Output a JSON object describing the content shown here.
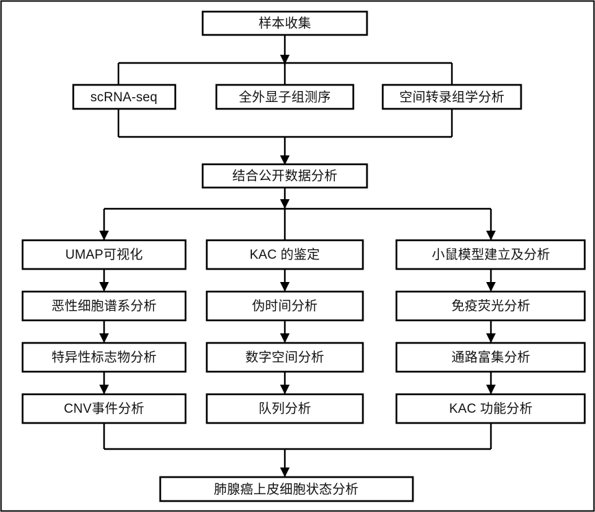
{
  "diagram": {
    "title_text": "样本收集",
    "type": "flowchart",
    "orientation": "top-down",
    "border_color": "#000000",
    "box_fill": "#ffffff",
    "line_color": "#000000",
    "nodes": {
      "sample_collection": "样本收集",
      "scrna_seq": "scRNA-seq",
      "wes": "全外显子组测序",
      "spatial_transcriptomics": "空间转录组学分析",
      "public_data": "结合公开数据分析",
      "umap": "UMAP可视化",
      "kac_identification": "KAC 的鉴定",
      "mouse_model": "小鼠模型建立及分析",
      "malignant_lineage": "恶性细胞谱系分析",
      "pseudotime": "伪时间分析",
      "immunofluorescence": "免疫荧光分析",
      "specific_marker": "特异性标志物分析",
      "digital_spatial": "数字空间分析",
      "pathway_enrichment": "通路富集分析",
      "cnv_event": "CNV事件分析",
      "cohort": "队列分析",
      "kac_function": "KAC 功能分析",
      "final_outcome": "肺腺癌上皮细胞状态分析"
    },
    "columns": {
      "left_header": "UMAP可视化",
      "middle_header": "KAC 的鉴定",
      "right_header": "小鼠模型建立及分析"
    }
  }
}
